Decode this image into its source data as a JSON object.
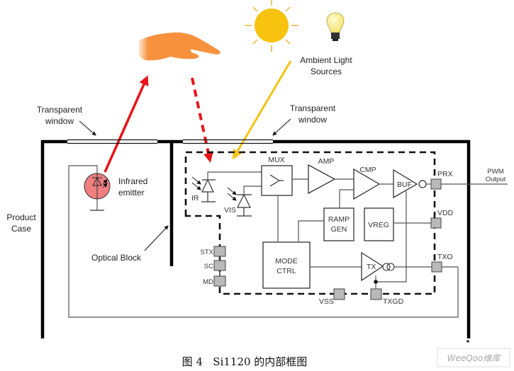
{
  "figure": {
    "caption": "图 4   Si1120 的内部框图",
    "watermark": "WeeQoo维库"
  },
  "labels": {
    "window_left": [
      "Transparent",
      "window"
    ],
    "window_right": [
      "Transparent",
      "window"
    ],
    "ambient": [
      "Ambient Light",
      "Sources"
    ],
    "emitter": [
      "Infrared",
      "emitter"
    ],
    "product_case": [
      "Product",
      "Case"
    ],
    "optical_block": "Optical Block",
    "pwm_output": [
      "PWM",
      "Output"
    ]
  },
  "blocks": {
    "mux": "MUX",
    "amp": "AMP",
    "cmp": "CMP",
    "buf": "BUF",
    "ramp_gen": [
      "RAMP",
      "GEN"
    ],
    "vreg": "VREG",
    "mode_ctrl": [
      "MODE",
      "CTRL"
    ],
    "tx": "TX"
  },
  "sensors": {
    "ir": "IR",
    "vis": "VIS"
  },
  "pins": {
    "prx": "PRX",
    "vdd": "VDD",
    "txo": "TXO",
    "stx": "STX",
    "sc": "SC",
    "md": "MD",
    "vss": "VSS",
    "txgd": "TXGD"
  },
  "colors": {
    "ir_light": "#e8151b",
    "ambient_light": "#f2c316",
    "hand": "#f7913d",
    "sun": "#f7c30e",
    "emitter_fill": "#ef7f80",
    "pin_fill": "#b9b9b9"
  }
}
